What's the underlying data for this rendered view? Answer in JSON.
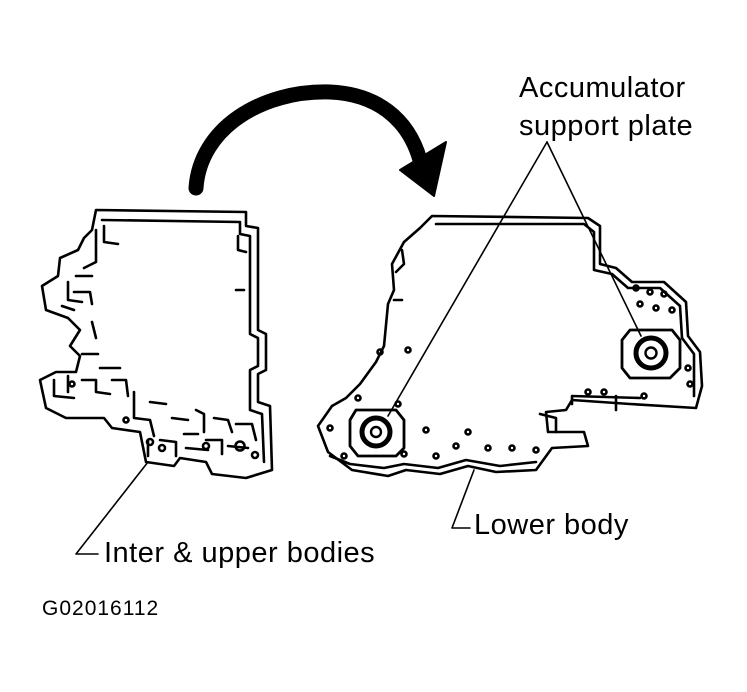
{
  "labels": {
    "accumulator_line1": "Accumulator",
    "accumulator_line2": "support plate",
    "lower_body": "Lower body",
    "inter_upper": "Inter & upper bodies",
    "figure_id": "G02016112"
  },
  "colors": {
    "ink": "#000000",
    "paper": "#ffffff"
  }
}
